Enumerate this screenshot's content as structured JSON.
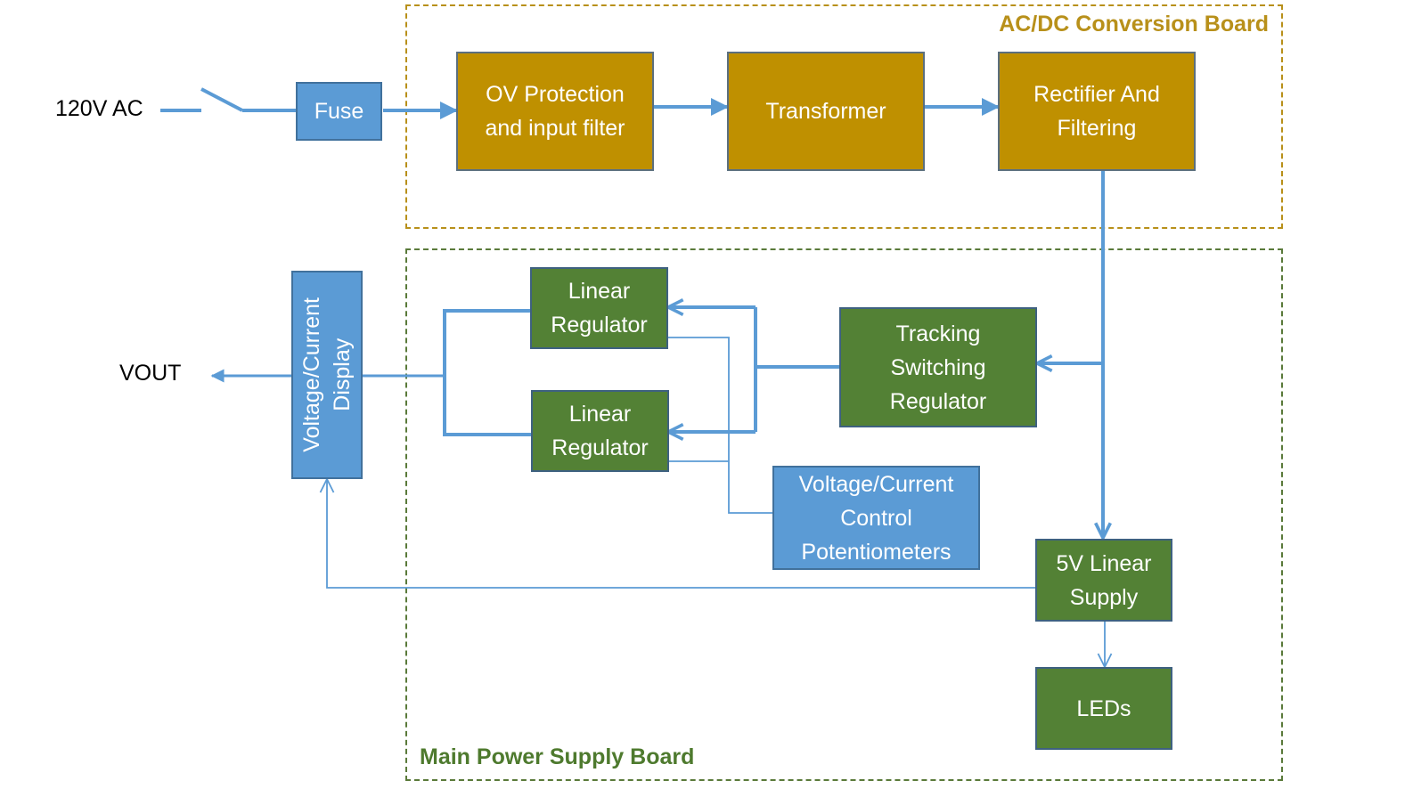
{
  "diagram": {
    "boards": {
      "ac_dc": {
        "label": "AC/DC Conversion Board",
        "color": "#B8901A"
      },
      "main": {
        "label": "Main Power Supply Board",
        "color": "#4E7A2E"
      }
    },
    "external": {
      "input": "120V AC",
      "output": "VOUT"
    },
    "blocks": {
      "fuse": "Fuse",
      "ov_protection": "OV Protection\nand input filter",
      "transformer": "Transformer",
      "rectifier": "Rectifier  And\nFiltering",
      "display": "Voltage/Current\nDisplay",
      "linear_reg_1": "Linear\nRegulator",
      "linear_reg_2": "Linear\nRegulator",
      "tracking_switching": "Tracking\nSwitching\nRegulator",
      "potentiometers": "Voltage/Current\nControl\nPotentiometers",
      "supply_5v": "5V Linear\nSupply",
      "leds": "LEDs"
    },
    "colors": {
      "ac_block": "#BF9000",
      "main_block": "#538135",
      "aux_block": "#5B9BD5",
      "connector": "#5B9BD5"
    },
    "connections": [
      {
        "from": "120V AC",
        "to": "fuse",
        "via": "switch"
      },
      {
        "from": "fuse",
        "to": "ov_protection"
      },
      {
        "from": "ov_protection",
        "to": "transformer"
      },
      {
        "from": "transformer",
        "to": "rectifier"
      },
      {
        "from": "rectifier",
        "to": "tracking_switching"
      },
      {
        "from": "rectifier",
        "to": "supply_5v"
      },
      {
        "from": "tracking_switching",
        "to": "linear_reg_1"
      },
      {
        "from": "tracking_switching",
        "to": "linear_reg_2"
      },
      {
        "from": "linear_reg_1",
        "to": "display"
      },
      {
        "from": "linear_reg_2",
        "to": "display"
      },
      {
        "from": "potentiometers",
        "to": "linear_reg_1"
      },
      {
        "from": "potentiometers",
        "to": "linear_reg_2"
      },
      {
        "from": "display",
        "to": "VOUT"
      },
      {
        "from": "supply_5v",
        "to": "display"
      },
      {
        "from": "supply_5v",
        "to": "leds"
      }
    ]
  }
}
